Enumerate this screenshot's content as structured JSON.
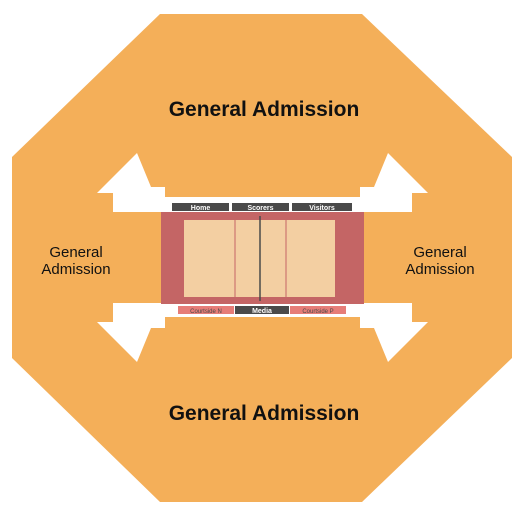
{
  "colors": {
    "background": "#ffffff",
    "general_admission": "#f4af59",
    "court_surround": "#c46565",
    "court_surface": "#f3cfa2",
    "dark_strip": "#4a4a4a",
    "courtside_strip": "#e67d78",
    "aisle": "#ffffff",
    "label_dark": "#111111",
    "label_light": "#ffffff"
  },
  "sections": {
    "ga_north": {
      "label": "General Admission"
    },
    "ga_south": {
      "label": "General Admission"
    },
    "ga_west": {
      "line1": "General",
      "line2": "Admission"
    },
    "ga_east": {
      "line1": "General",
      "line2": "Admission"
    }
  },
  "court": {
    "top_strips": [
      "Home",
      "Scorers",
      "Visitors"
    ],
    "bottom_strips": [
      "Courtside N",
      "Media",
      "Courtside P"
    ]
  }
}
